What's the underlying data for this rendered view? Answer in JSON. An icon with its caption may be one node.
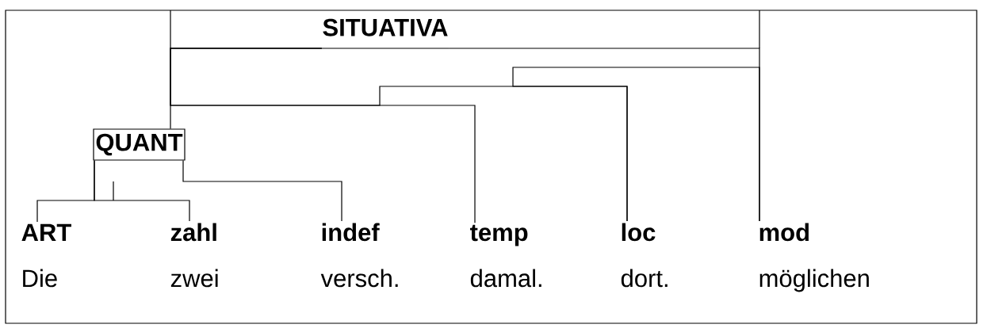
{
  "diagram": {
    "nodes": [
      {
        "text": [
          "SITUATIVA"
        ]
      },
      {
        "text": [
          "QUANT"
        ]
      },
      {
        "text": [
          "ART"
        ]
      },
      {
        "text": [
          "zahl"
        ]
      },
      {
        "text": [
          "indef"
        ]
      },
      {
        "text": [
          "temp"
        ]
      },
      {
        "text": [
          "loc"
        ]
      },
      {
        "text": [
          "mod"
        ]
      }
    ],
    "edges": [
      {
        "from": 1,
        "to": 0,
        "arrow": "none"
      },
      {
        "from": 7,
        "to": 0,
        "arrow": "none"
      },
      {
        "from": 5,
        "to": 0,
        "arrow": "none"
      },
      {
        "from": 6,
        "to": 0,
        "arrow": "none"
      },
      {
        "from": 6,
        "to": 7,
        "arrow": "none"
      },
      {
        "from": 2,
        "to": 1,
        "arrow": "none"
      },
      {
        "from": 3,
        "to": 1,
        "arrow": "none"
      },
      {
        "from": 4,
        "to": 1,
        "arrow": "none"
      }
    ],
    "labels": [
      "Die",
      "zwei",
      "versch.",
      "damal.",
      "dort.",
      "möglichen"
    ]
  }
}
